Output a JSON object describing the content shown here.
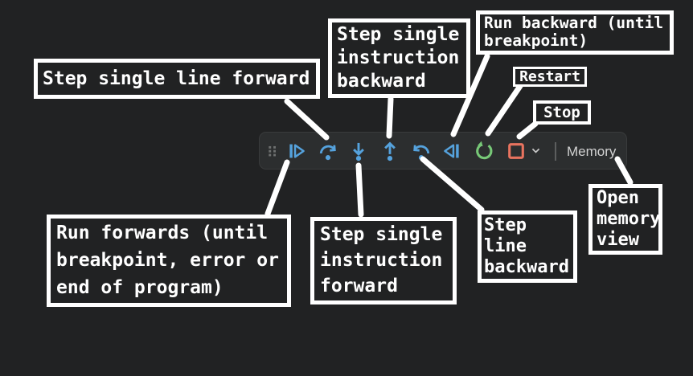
{
  "colors": {
    "page_bg": "#212223",
    "toolbar_bg": "#2c2e2f",
    "accent_blue": "#55a2dd",
    "accent_green": "#77c877",
    "accent_red": "#e8735f",
    "line_white": "#ffffff"
  },
  "toolbar": {
    "memory_label": "Memory",
    "icons": [
      "grip-icon",
      "continue-icon",
      "step-over-icon",
      "step-into-icon",
      "step-out-icon",
      "step-back-icon",
      "reverse-continue-icon",
      "restart-icon",
      "stop-icon",
      "chevron-down-icon"
    ]
  },
  "annotations": {
    "step_line_forward": {
      "lines": [
        "Step single line forward"
      ]
    },
    "step_instruction_backward": {
      "lines": [
        "Step single",
        "instruction",
        "backward"
      ]
    },
    "run_backward": {
      "lines": [
        "Run backward (until",
        "breakpoint)"
      ]
    },
    "restart": {
      "lines": [
        "Restart"
      ]
    },
    "stop": {
      "lines": [
        "Stop"
      ]
    },
    "run_forwards": {
      "lines": [
        "Run forwards (until",
        "breakpoint, error or",
        "end of program)"
      ]
    },
    "step_instruction_forward": {
      "lines": [
        "Step single",
        "instruction",
        "forward"
      ]
    },
    "step_line_backward": {
      "lines": [
        "Step",
        "line",
        "backward"
      ]
    },
    "open_memory_view": {
      "lines": [
        "Open",
        "memory",
        "view"
      ]
    }
  }
}
